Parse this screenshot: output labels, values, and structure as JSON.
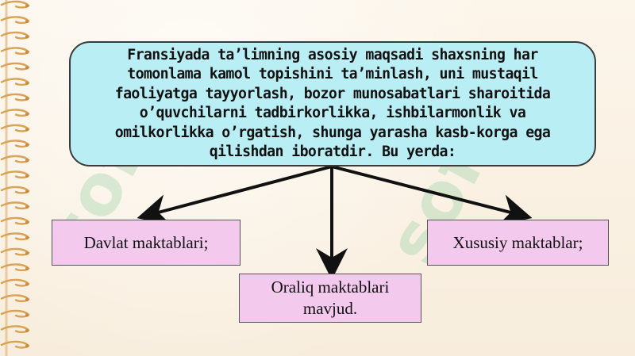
{
  "diagram": {
    "main_text": "Fransiyada ta’limning asosiy maqsadi shaxsning har tomonlama kamol topishini ta’minlash, uni mustaqil faoliyatga tayyorlash, bozor munosabatlari sharoitida o’quvchilarni tadbirkorlikka, ishbilarmonlik va omilkorlikka o’rgatish, shunga yarasha kasb-korga ega qilishdan iboratdir. Bu yerda:",
    "main_lines": [
      "Fransiyada ta’limning asosiy maqsadi shaxsning har",
      "tomonlama kamol topishini ta’minlash, uni mustaqil",
      "faoliyatga tayyorlash, bozor munosabatlari sharoitida",
      "o’quvchilarni tadbirkorlikka, ishbilarmonlik va",
      "omilkorlikka o’rgatish, shunga yarasha kasb-korga ega",
      "qilishdan iboratdir. Bu yerda:"
    ],
    "left_label": "Davlat maktablari;",
    "middle_line1": "Oraliq maktablari",
    "middle_line2": "mavjud.",
    "right_label": "Xususiy maktablar;"
  },
  "colors": {
    "main_box": "#b9eef4",
    "leaf_box": "#f4c9ee",
    "arrow": "#111111",
    "background": "#fbf3e6"
  },
  "watermark": {
    "text": "soft",
    "icon": "logo-watermark"
  }
}
